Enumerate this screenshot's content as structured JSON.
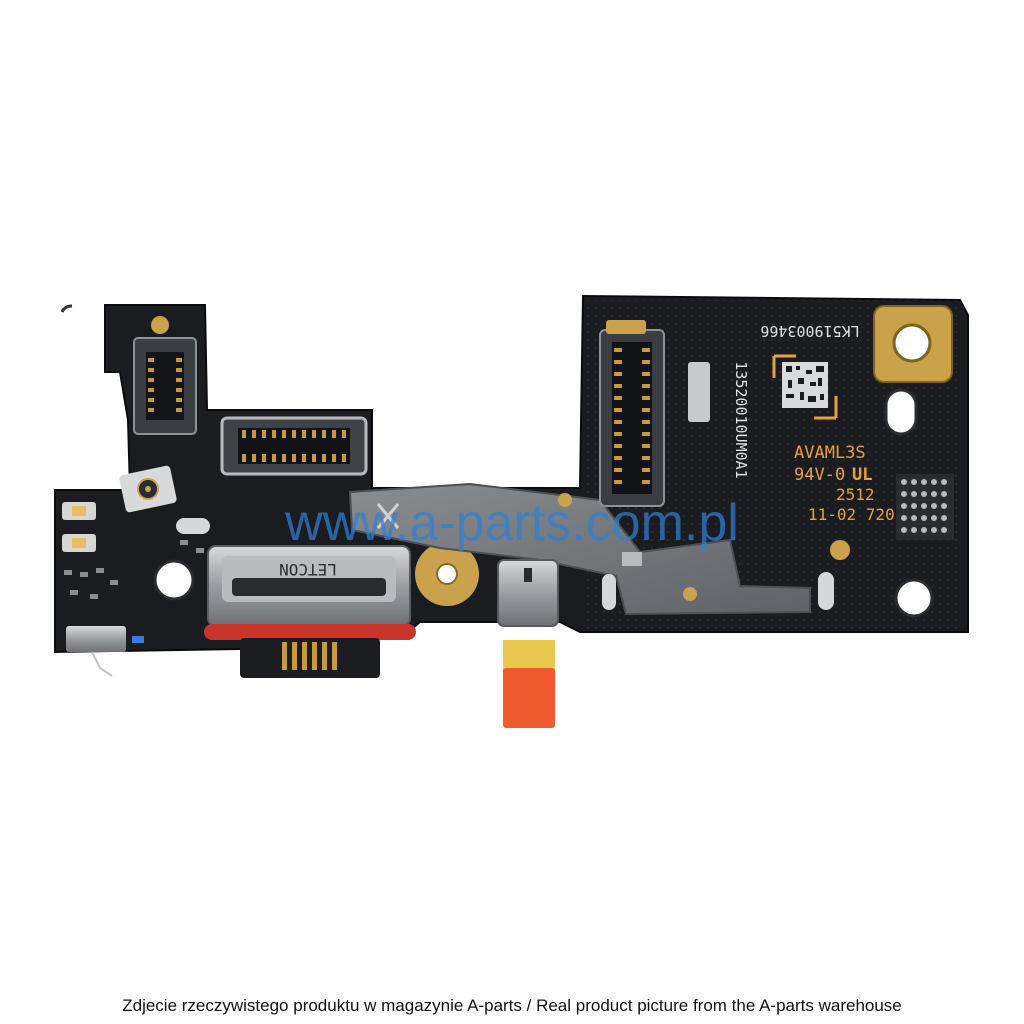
{
  "board": {
    "serial_number": "LK519003466",
    "part_code": "13520010UM0A1",
    "pcb_rating": "AVAML3S",
    "flammability": "94V-0",
    "ul_mark": "UL",
    "code_2512": "2512",
    "date_code": "11-02 720",
    "connector_brand": "LETCON"
  },
  "watermark": {
    "text": "www.a-parts.com.pl"
  },
  "caption": {
    "text": "Zdjecie rzeczywistego produktu w magazynie A-parts / Real product picture from the A-parts warehouse"
  },
  "colors": {
    "pcb": "#1b1c1f",
    "shield": "#7d7f82",
    "gold": "#caa24e",
    "gasket": "#c8352a",
    "flex_tab": "#ef5a2e",
    "watermark": "#2f7fd6"
  }
}
